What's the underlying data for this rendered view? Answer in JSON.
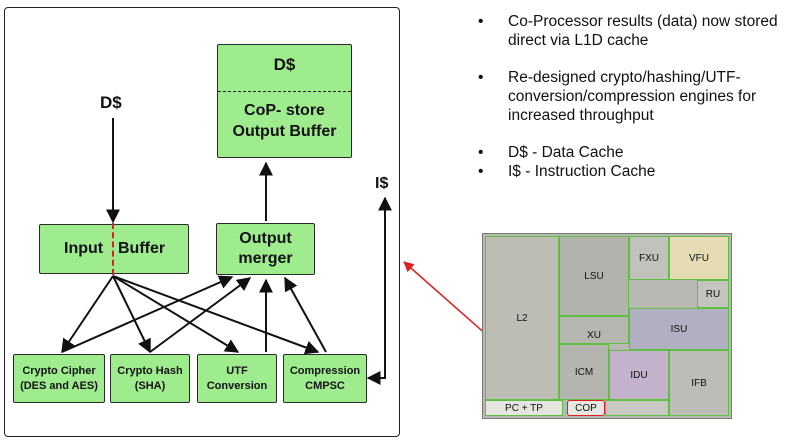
{
  "diagram": {
    "ds_top": "D$",
    "cop_store": "CoP- store\nOutput Buffer",
    "ds_input": "D$",
    "is_right": "I$",
    "input_buffer_left": "Input",
    "input_buffer_right": "Buffer",
    "output_merger": "Output\nmerger",
    "engines": {
      "crypto_cipher": "Crypto Cipher\n(DES and AES)",
      "crypto_hash": "Crypto Hash\n(SHA)",
      "utf": "UTF\nConversion",
      "compression": "Compression\nCMPSC"
    },
    "colors": {
      "box_fill": "#9fec8f",
      "dash_red": "#e02020",
      "pointer_red": "#e02020"
    }
  },
  "bullets": [
    "Co-Processor results (data) now stored direct via L1D cache",
    "Re-designed crypto/hashing/UTF-conversion/compression engines for increased throughput",
    "D$ - Data Cache",
    "I$ - Instruction Cache"
  ],
  "die_units": {
    "l2": "L2",
    "lsu": "LSU",
    "fxu": "FXU",
    "vfu": "VFU",
    "ru": "RU",
    "xu": "XU",
    "isu": "ISU",
    "icm": "ICM",
    "idu": "IDU",
    "ifb": "IFB",
    "pc_tp": "PC + TP",
    "cop": "COP"
  }
}
